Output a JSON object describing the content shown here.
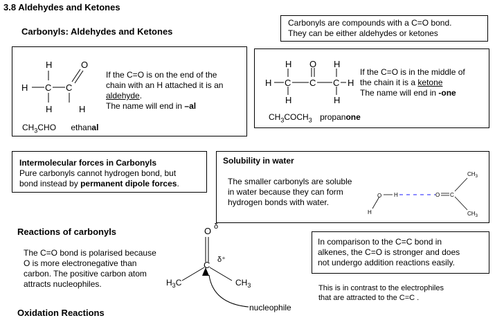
{
  "page_title": "3.8 Aldehydes and Ketones",
  "section_heading": "Carbonyls: Aldehydes and Ketones",
  "intro_box": {
    "line1": "Carbonyls are compounds  with a C=O bond.",
    "line2": "They can be either aldehydes or ketones"
  },
  "aldehyde": {
    "line1": "If the C=O is on the end of the",
    "line2": "chain with an H attached it is an",
    "term": "aldehyde",
    "term_end": ".",
    "line4_prefix": "The name will end in ",
    "line4_suffix": "–al",
    "formula_main": "CH",
    "formula_sub": "3",
    "formula_end": "CHO",
    "name_prefix": "ethan",
    "name_suffix": "al"
  },
  "ketone": {
    "line1": "If the C=O is in the middle of",
    "line2_prefix": "the chain it is a ",
    "term": "ketone",
    "line3_prefix": "The name will end in  ",
    "line3_suffix": "-one",
    "formula_a": "CH",
    "sub_a": "3",
    "formula_b": "COCH",
    "sub_b": "3",
    "name_prefix": "propan",
    "name_suffix": "one"
  },
  "imf": {
    "heading": "Intermolecular forces in Carbonyls",
    "line1": "Pure carbonyls cannot hydrogen bond, but",
    "line2_prefix": "bond instead by ",
    "line2_bold": "permanent dipole forces",
    "line2_end": "."
  },
  "solubility": {
    "heading": "Solubility in water",
    "line1": "The smaller carbonyls are soluble",
    "line2": "in water because they can form",
    "line3": "hydrogen bonds with water."
  },
  "reactions": {
    "heading": "Reactions of carbonyls",
    "line1": "The C=O bond is polarised because",
    "line2": "O is more electronegative than",
    "line3": "carbon. The positive carbon atom",
    "line4": "attracts nucleophiles.",
    "nucleophile_label": "nucleophile"
  },
  "comparison": {
    "line1": "In comparison to the C=C bond in",
    "line2": "alkenes, the C=O is stronger and does",
    "line3": "not undergo addition reactions easily.",
    "note1": "This is in contrast to the electrophiles",
    "note2": "that are attracted to the C=C ."
  },
  "next_heading": "Oxidation Reactions",
  "structure_labels": {
    "H": "H",
    "C": "C",
    "O": "O",
    "CH3": "CH",
    "CH3_sub": "3",
    "H3C_a": "H",
    "H3C_b": "C",
    "H3C_sub": "3",
    "delta_plus": "δ⁺",
    "delta_minus": "δ",
    "hbond_H": "H",
    "hbond_O": "O"
  }
}
